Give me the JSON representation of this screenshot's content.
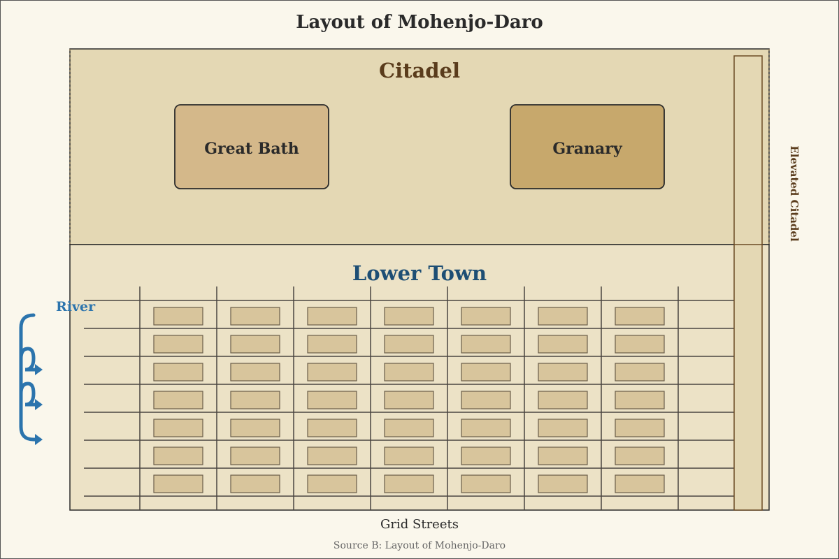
{
  "title": "Layout of Mohenjo-Daro",
  "citadel": {
    "label": "Citadel",
    "buildings": [
      {
        "label": "Great Bath",
        "color": "#d4b88a"
      },
      {
        "label": "Granary",
        "color": "#c7a86c"
      }
    ]
  },
  "lower_town": {
    "label": "Lower Town",
    "house_rows": 7,
    "house_cols": 7
  },
  "river_label": "River",
  "elevated_label": "Elevated Citadel",
  "streets_label": "Grid Streets",
  "source": "Source B: Layout of Mohenjo-Daro",
  "colors": {
    "background": "#faf7ec",
    "citadel_fill": "#e4d8b4",
    "lower_town_fill": "#ece2c6",
    "house_fill": "#d8c59c",
    "river": "#2b74ad",
    "citadel_text": "#5a3c1c",
    "lower_town_text": "#1d4e74",
    "outline": "#2a2a2a"
  }
}
